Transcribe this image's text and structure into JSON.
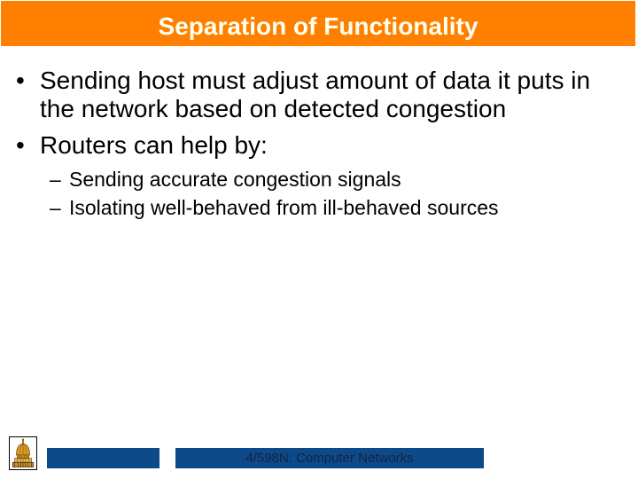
{
  "slide": {
    "title": "Separation of Functionality",
    "markers": {
      "level1": "•",
      "level2": "–"
    },
    "bullets": [
      {
        "level": 1,
        "text": "Sending host must adjust amount of data it puts in the network based on detected congestion"
      },
      {
        "level": 1,
        "text": "Routers can help by:"
      },
      {
        "level": 2,
        "text": "Sending accurate congestion signals"
      },
      {
        "level": 2,
        "text": "Isolating well-behaved from ill-behaved sources"
      }
    ],
    "footer": {
      "course_label": "4/598N: Computer Networks"
    },
    "logo": "notre-dame-golden-dome",
    "colors": {
      "header_bg": "#FF8000",
      "title_text": "#FFFFEE",
      "body_text": "#000000",
      "footer_bar": "#0D4A8A",
      "footer_text": "#16233F",
      "logo_gold": "#D99A2B"
    }
  }
}
